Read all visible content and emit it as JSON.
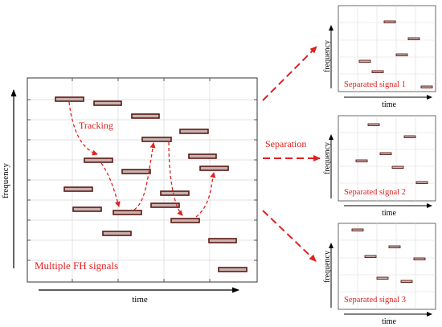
{
  "main_plot": {
    "xlabel": "time",
    "ylabel": "frequency",
    "caption": "Multiple FH signals",
    "tracking_label": "Tracking"
  },
  "separation_label": "Separation",
  "small_plots": [
    {
      "xlabel": "time",
      "ylabel": "frequency",
      "caption": "Separated signal 1"
    },
    {
      "xlabel": "time",
      "ylabel": "frequency",
      "caption": "Separated signal 2"
    },
    {
      "xlabel": "time",
      "ylabel": "frequency",
      "caption": "Separated signal 3"
    }
  ],
  "colors": {
    "arrow_red": "#e02020",
    "hop_fill": "#c9b1ae",
    "hop_stroke": "#5a1a14",
    "grid": "#d8d8d8"
  }
}
